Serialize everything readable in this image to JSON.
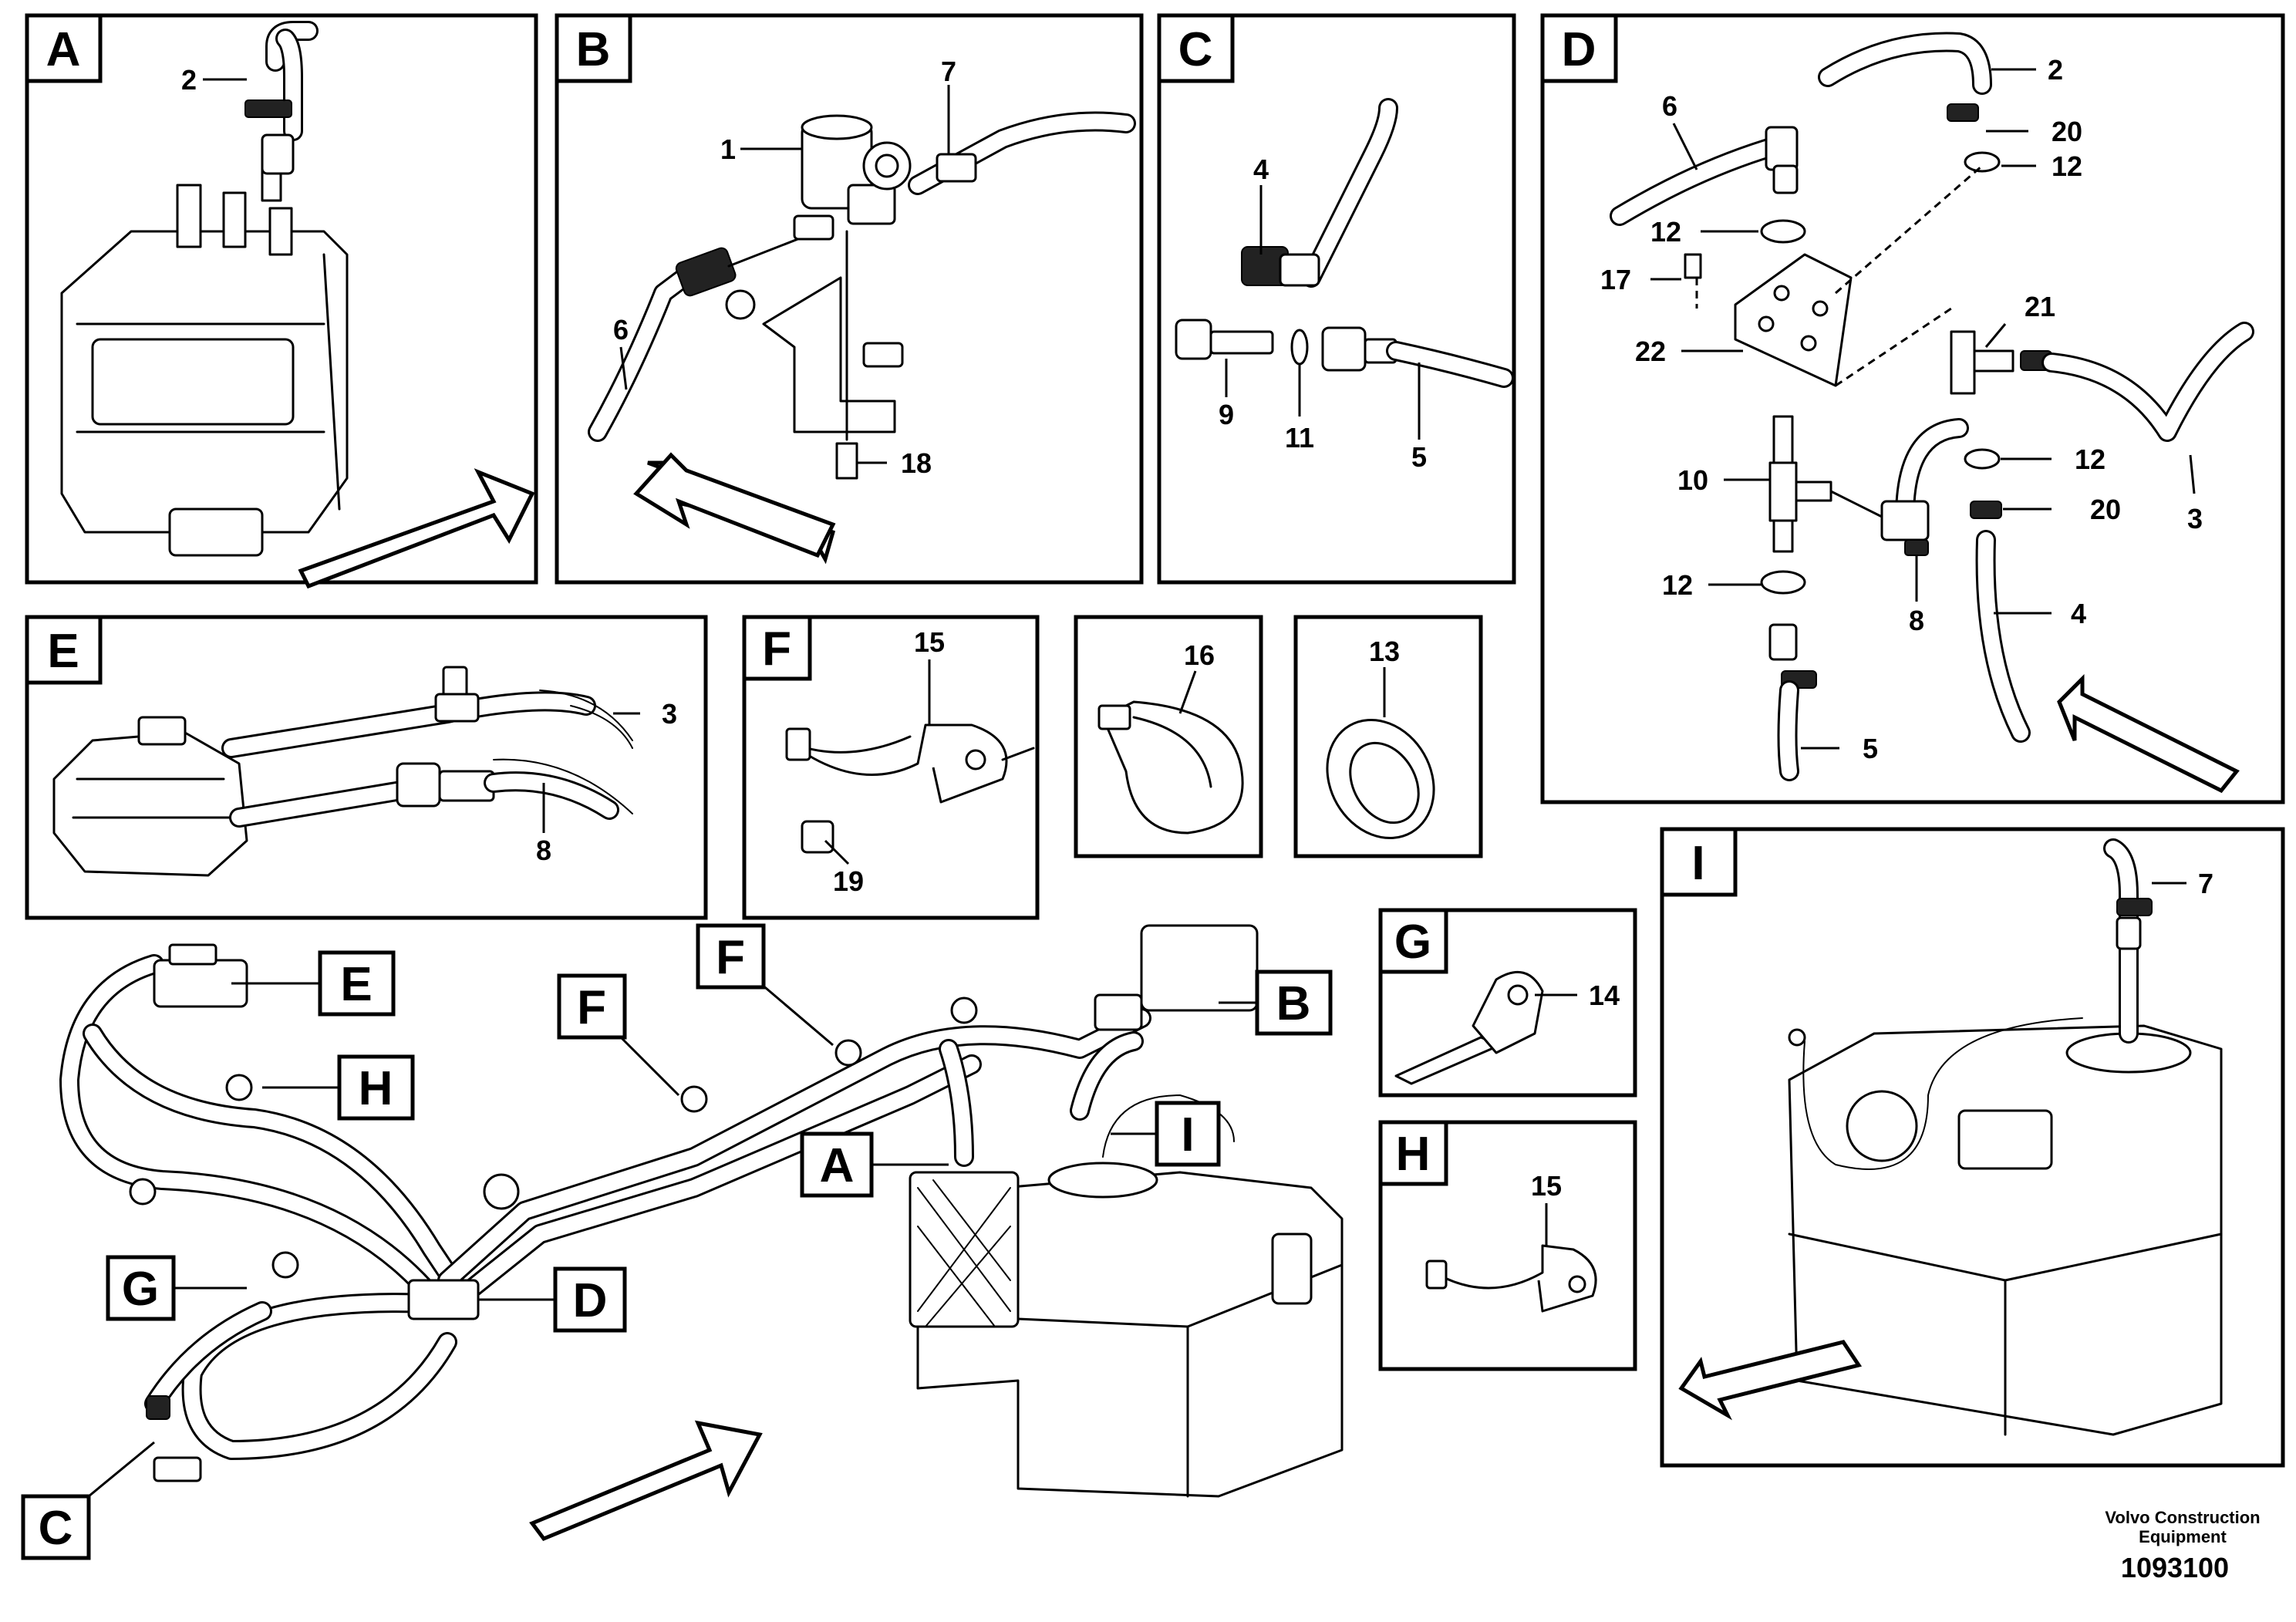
{
  "diagram": {
    "views": {
      "A": {
        "label": "A",
        "callouts": [
          "2"
        ]
      },
      "B": {
        "label": "B",
        "callouts": [
          "1",
          "7",
          "6",
          "18"
        ]
      },
      "C": {
        "label": "C",
        "callouts": [
          "4",
          "9",
          "11",
          "5"
        ]
      },
      "D": {
        "label": "D",
        "callouts": [
          "2",
          "20",
          "12",
          "6",
          "12",
          "17",
          "22",
          "21",
          "10",
          "12",
          "20",
          "3",
          "12",
          "8",
          "4",
          "5"
        ]
      },
      "E": {
        "label": "E",
        "callouts": [
          "3",
          "8"
        ]
      },
      "F": {
        "label": "F",
        "callouts": [
          "15",
          "19"
        ]
      },
      "P16": {
        "callouts": [
          "16"
        ]
      },
      "P13": {
        "callouts": [
          "13"
        ]
      },
      "G": {
        "label": "G",
        "callouts": [
          "14"
        ]
      },
      "H": {
        "label": "H",
        "callouts": [
          "15"
        ]
      },
      "I": {
        "label": "I",
        "callouts": [
          "7"
        ]
      }
    },
    "overview_tags": [
      "E",
      "H",
      "G",
      "C",
      "D",
      "F",
      "F",
      "A",
      "I",
      "B"
    ]
  },
  "footer": {
    "publisher_line1": "Volvo Construction",
    "publisher_line2": "Equipment",
    "drawing_number": "1093100"
  }
}
